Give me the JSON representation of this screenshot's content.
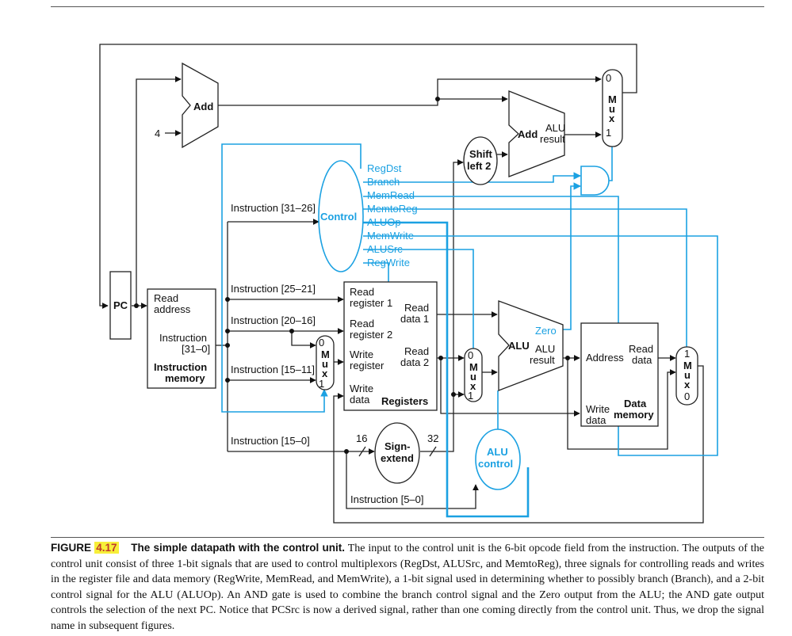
{
  "diagram": {
    "pc": "PC",
    "adder_top": "Add",
    "constant_four": "4",
    "instruction_memory": {
      "read_address_1": "Read",
      "read_address_2": "address",
      "instruction_1": "Instruction",
      "instruction_2": "[31–0]",
      "title_1": "Instruction",
      "title_2": "memory"
    },
    "control": "Control",
    "control_signals": [
      "RegDst",
      "Branch",
      "MemRead",
      "MemtoReg",
      "ALUOp",
      "MemWrite",
      "ALUSrc",
      "RegWrite"
    ],
    "instruction_fields": [
      "Instruction [31–26]",
      "Instruction [25–21]",
      "Instruction [20–16]",
      "Instruction [15–11]",
      "Instruction [15–0]",
      "Instruction [5–0]"
    ],
    "registers": {
      "read_reg1_a": "Read",
      "read_reg1_b": "register 1",
      "read_reg2_a": "Read",
      "read_reg2_b": "register 2",
      "write_reg_a": "Write",
      "write_reg_b": "register",
      "write_data_a": "Write",
      "write_data_b": "data",
      "read_data1_a": "Read",
      "read_data1_b": "data 1",
      "read_data2_a": "Read",
      "read_data2_b": "data 2",
      "title": "Registers"
    },
    "mux_letters": [
      "M",
      "u",
      "x"
    ],
    "mux_zero": "0",
    "mux_one": "1",
    "shift_left": {
      "line1": "Shift",
      "line2": "left 2"
    },
    "branch_adder": {
      "add": "Add",
      "alu": "ALU",
      "result": "result"
    },
    "sign_extend": {
      "line1": "Sign-",
      "line2": "extend",
      "in_width": "16",
      "out_width": "32"
    },
    "alu": {
      "label": "ALU",
      "zero": "Zero",
      "result_a": "ALU",
      "result_b": "result"
    },
    "alu_control": {
      "line1": "ALU",
      "line2": "control"
    },
    "data_memory": {
      "address": "Address",
      "read_a": "Read",
      "read_b": "data",
      "write_a": "Write",
      "write_b": "data",
      "title_a": "Data",
      "title_b": "memory"
    }
  },
  "caption": {
    "label": "FIGURE",
    "number": "4.17",
    "title": "The simple datapath with the control unit.",
    "text": "The input to the control unit is the 6-bit opcode field from the instruction. The outputs of the control unit consist of three 1-bit signals that are used to control multiplexors (RegDst, ALUSrc, and MemtoReg), three signals for controlling reads and writes in the register file and data memory (RegWrite, MemRead, and MemWrite), a 1-bit signal used in determining whether to possibly branch (Branch), and a 2-bit control signal for the ALU (ALUOp). An AND gate is used to combine the branch control signal and the Zero output from the ALU; the AND gate output controls the selection of the next PC. Notice that PCSrc is now a derived signal, rather than one coming directly from the control unit. Thus, we drop the signal name in subsequent figures."
  },
  "colors": {
    "control_path": "#1ba1e2",
    "datapath": "#222222",
    "highlight": "#f7ef3a"
  }
}
